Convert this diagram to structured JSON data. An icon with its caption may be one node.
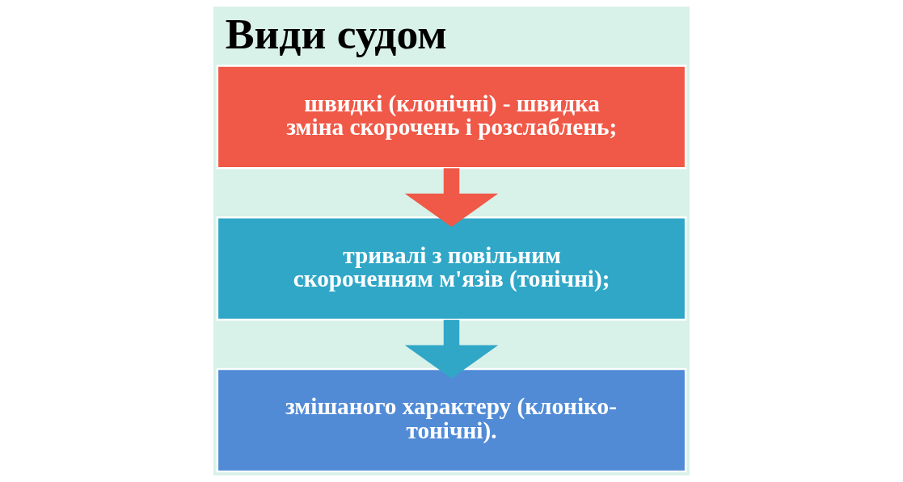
{
  "diagram": {
    "title": "Види судом",
    "nodes": [
      {
        "text": [
          "швидкі (клонічні) - швидка зміна скорочень і розслаблень;"
        ]
      },
      {
        "text": [
          "тривалі з повільним скороченням м'язів (тонічні);"
        ]
      },
      {
        "text": [
          "змішаного характеру (клоніко-тонічні)."
        ]
      }
    ],
    "edges": [
      {
        "from": 0,
        "to": 1,
        "arrow": "to",
        "color": "#f05948"
      },
      {
        "from": 1,
        "to": 2,
        "arrow": "to",
        "color": "#31a7c7"
      }
    ]
  }
}
